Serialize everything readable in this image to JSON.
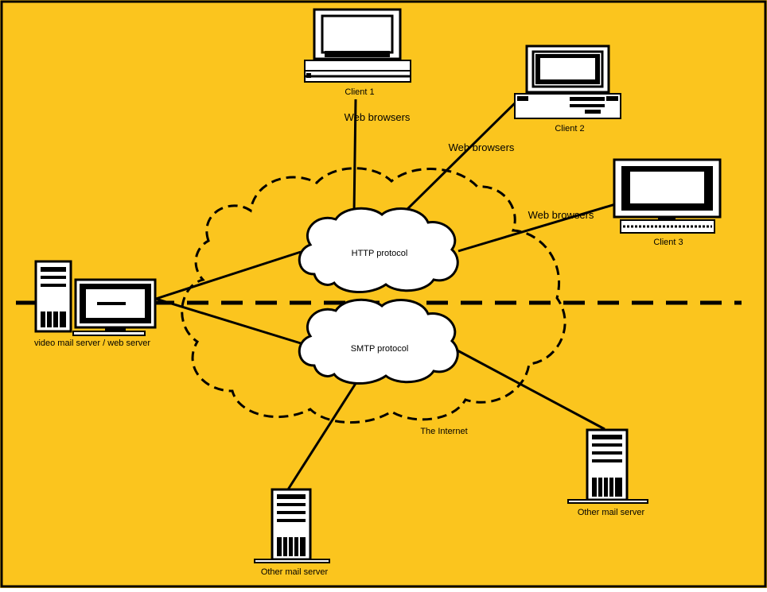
{
  "colors": {
    "background": "#FBC51E",
    "ink": "#000000",
    "paper": "#FFFFFF"
  },
  "clients": [
    {
      "label": "Client 1",
      "browser_label": "Web browsers"
    },
    {
      "label": "Client 2",
      "browser_label": "Web browsers"
    },
    {
      "label": "Client 3",
      "browser_label": "Web browsers"
    }
  ],
  "protocols": {
    "http": "HTTP protocol",
    "smtp": "SMTP protocol"
  },
  "internet_label": "The Internet",
  "video_server_label": "video mail server / web server",
  "other_servers": [
    {
      "label": "Other mail server"
    },
    {
      "label": "Other mail server"
    }
  ],
  "icons": [
    "desktop-computer-icon",
    "server-tower-icon",
    "monitor-icon",
    "keyboard-icon",
    "cloud-icon"
  ]
}
